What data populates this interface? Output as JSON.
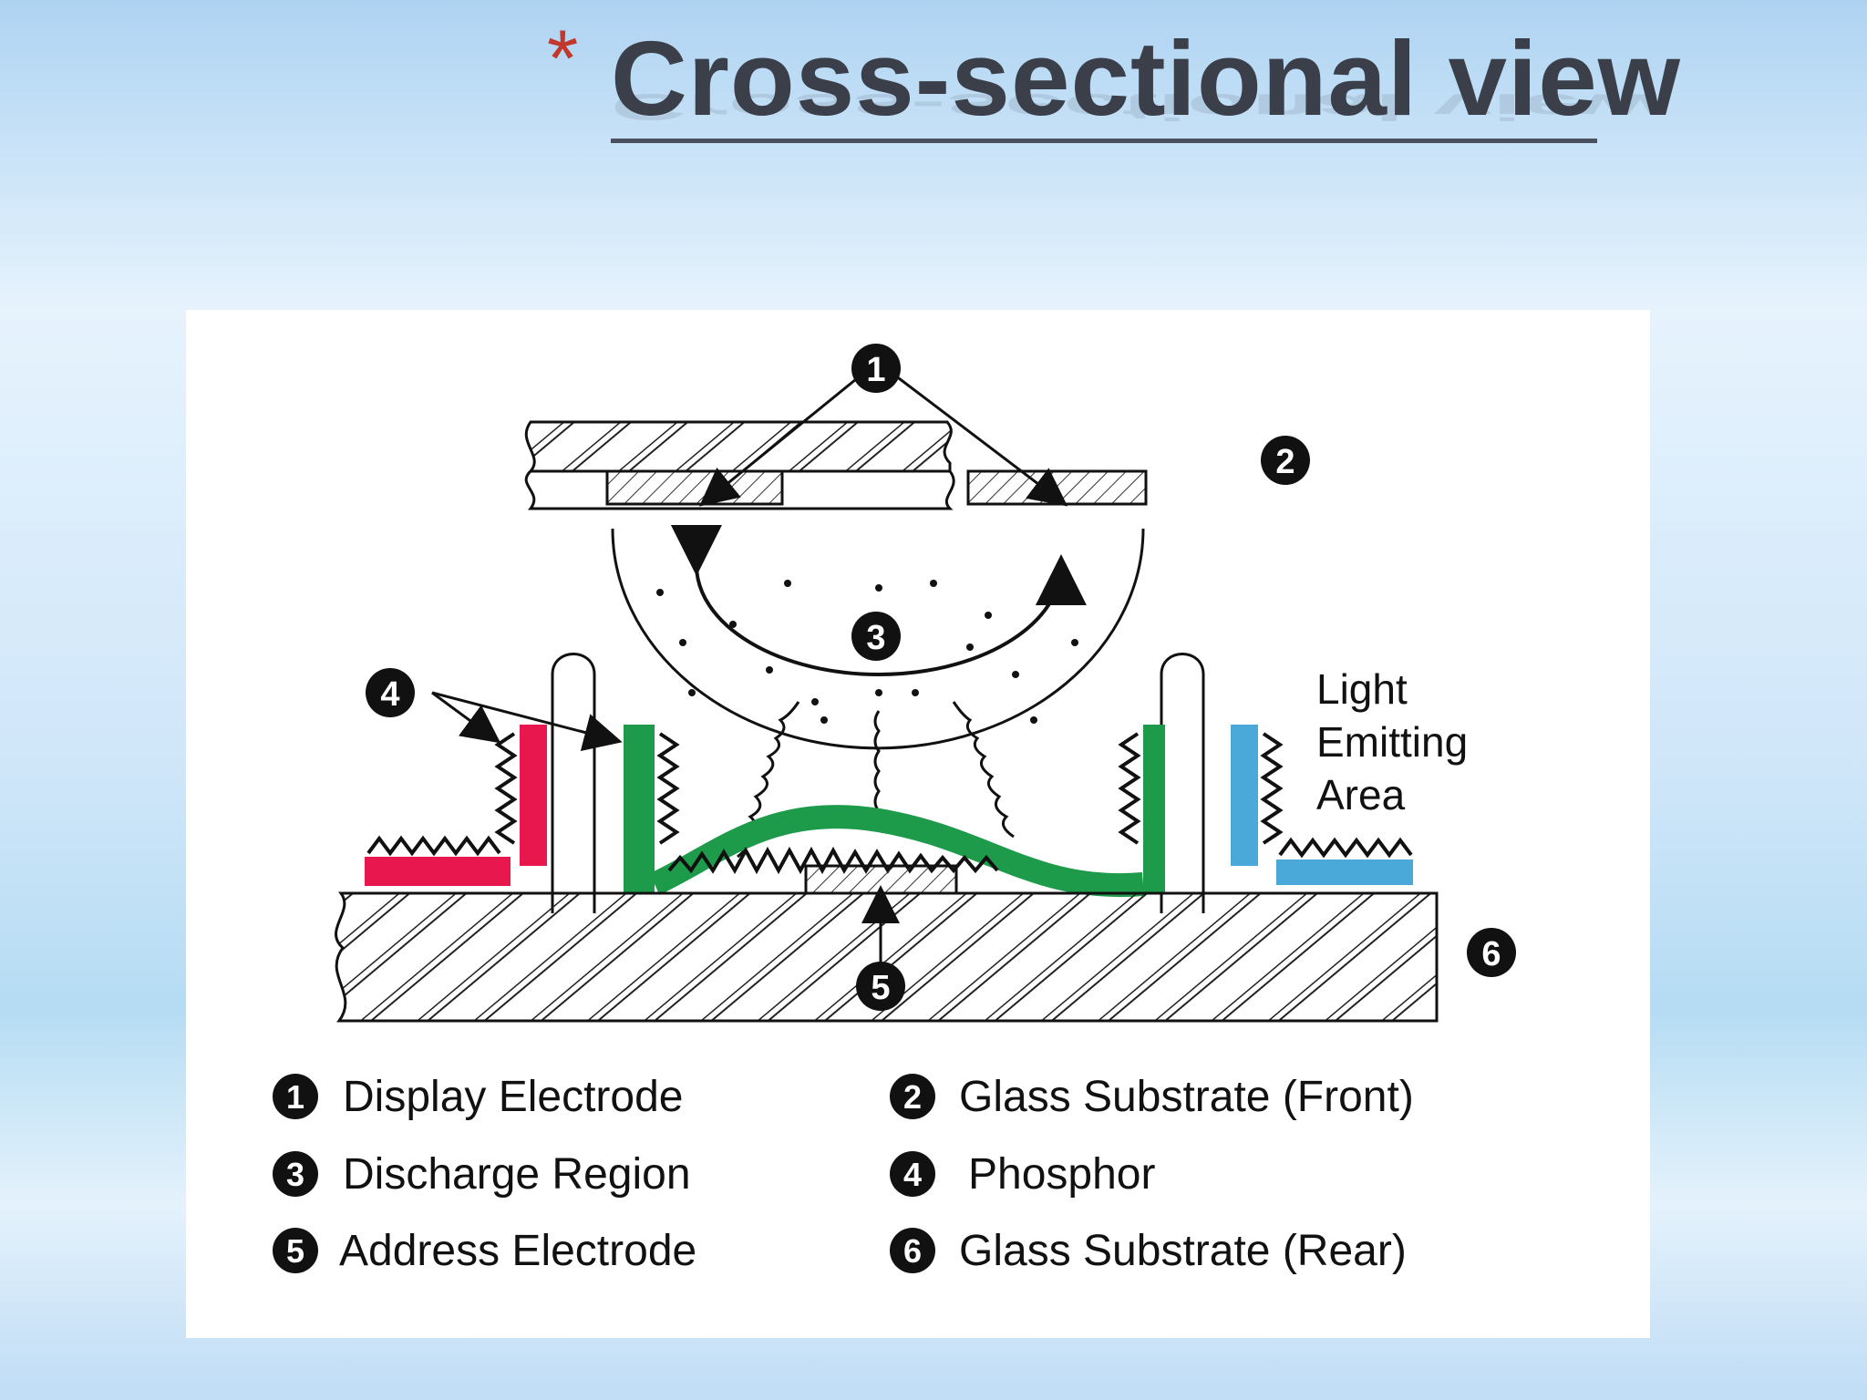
{
  "slide": {
    "bullet": "*",
    "title": "Cross-sectional view"
  },
  "colors": {
    "title_text": "#3a3f49",
    "bullet": "#c0392b",
    "phosphor_red": "#e8174d",
    "phosphor_green": "#1e9a4b",
    "phosphor_blue": "#4aa9d9"
  },
  "diagram": {
    "callouts": [
      "1",
      "2",
      "3",
      "4",
      "5",
      "6"
    ],
    "light_label": [
      "Light",
      "Emitting",
      "Area"
    ],
    "legend": [
      {
        "num": "1",
        "label": "Display Electrode"
      },
      {
        "num": "2",
        "label": "Glass Substrate (Front)"
      },
      {
        "num": "3",
        "label": "Discharge Region"
      },
      {
        "num": "4",
        "label": "Phosphor"
      },
      {
        "num": "5",
        "label": "Address Electrode"
      },
      {
        "num": "6",
        "label": "Glass Substrate (Rear)"
      }
    ]
  }
}
